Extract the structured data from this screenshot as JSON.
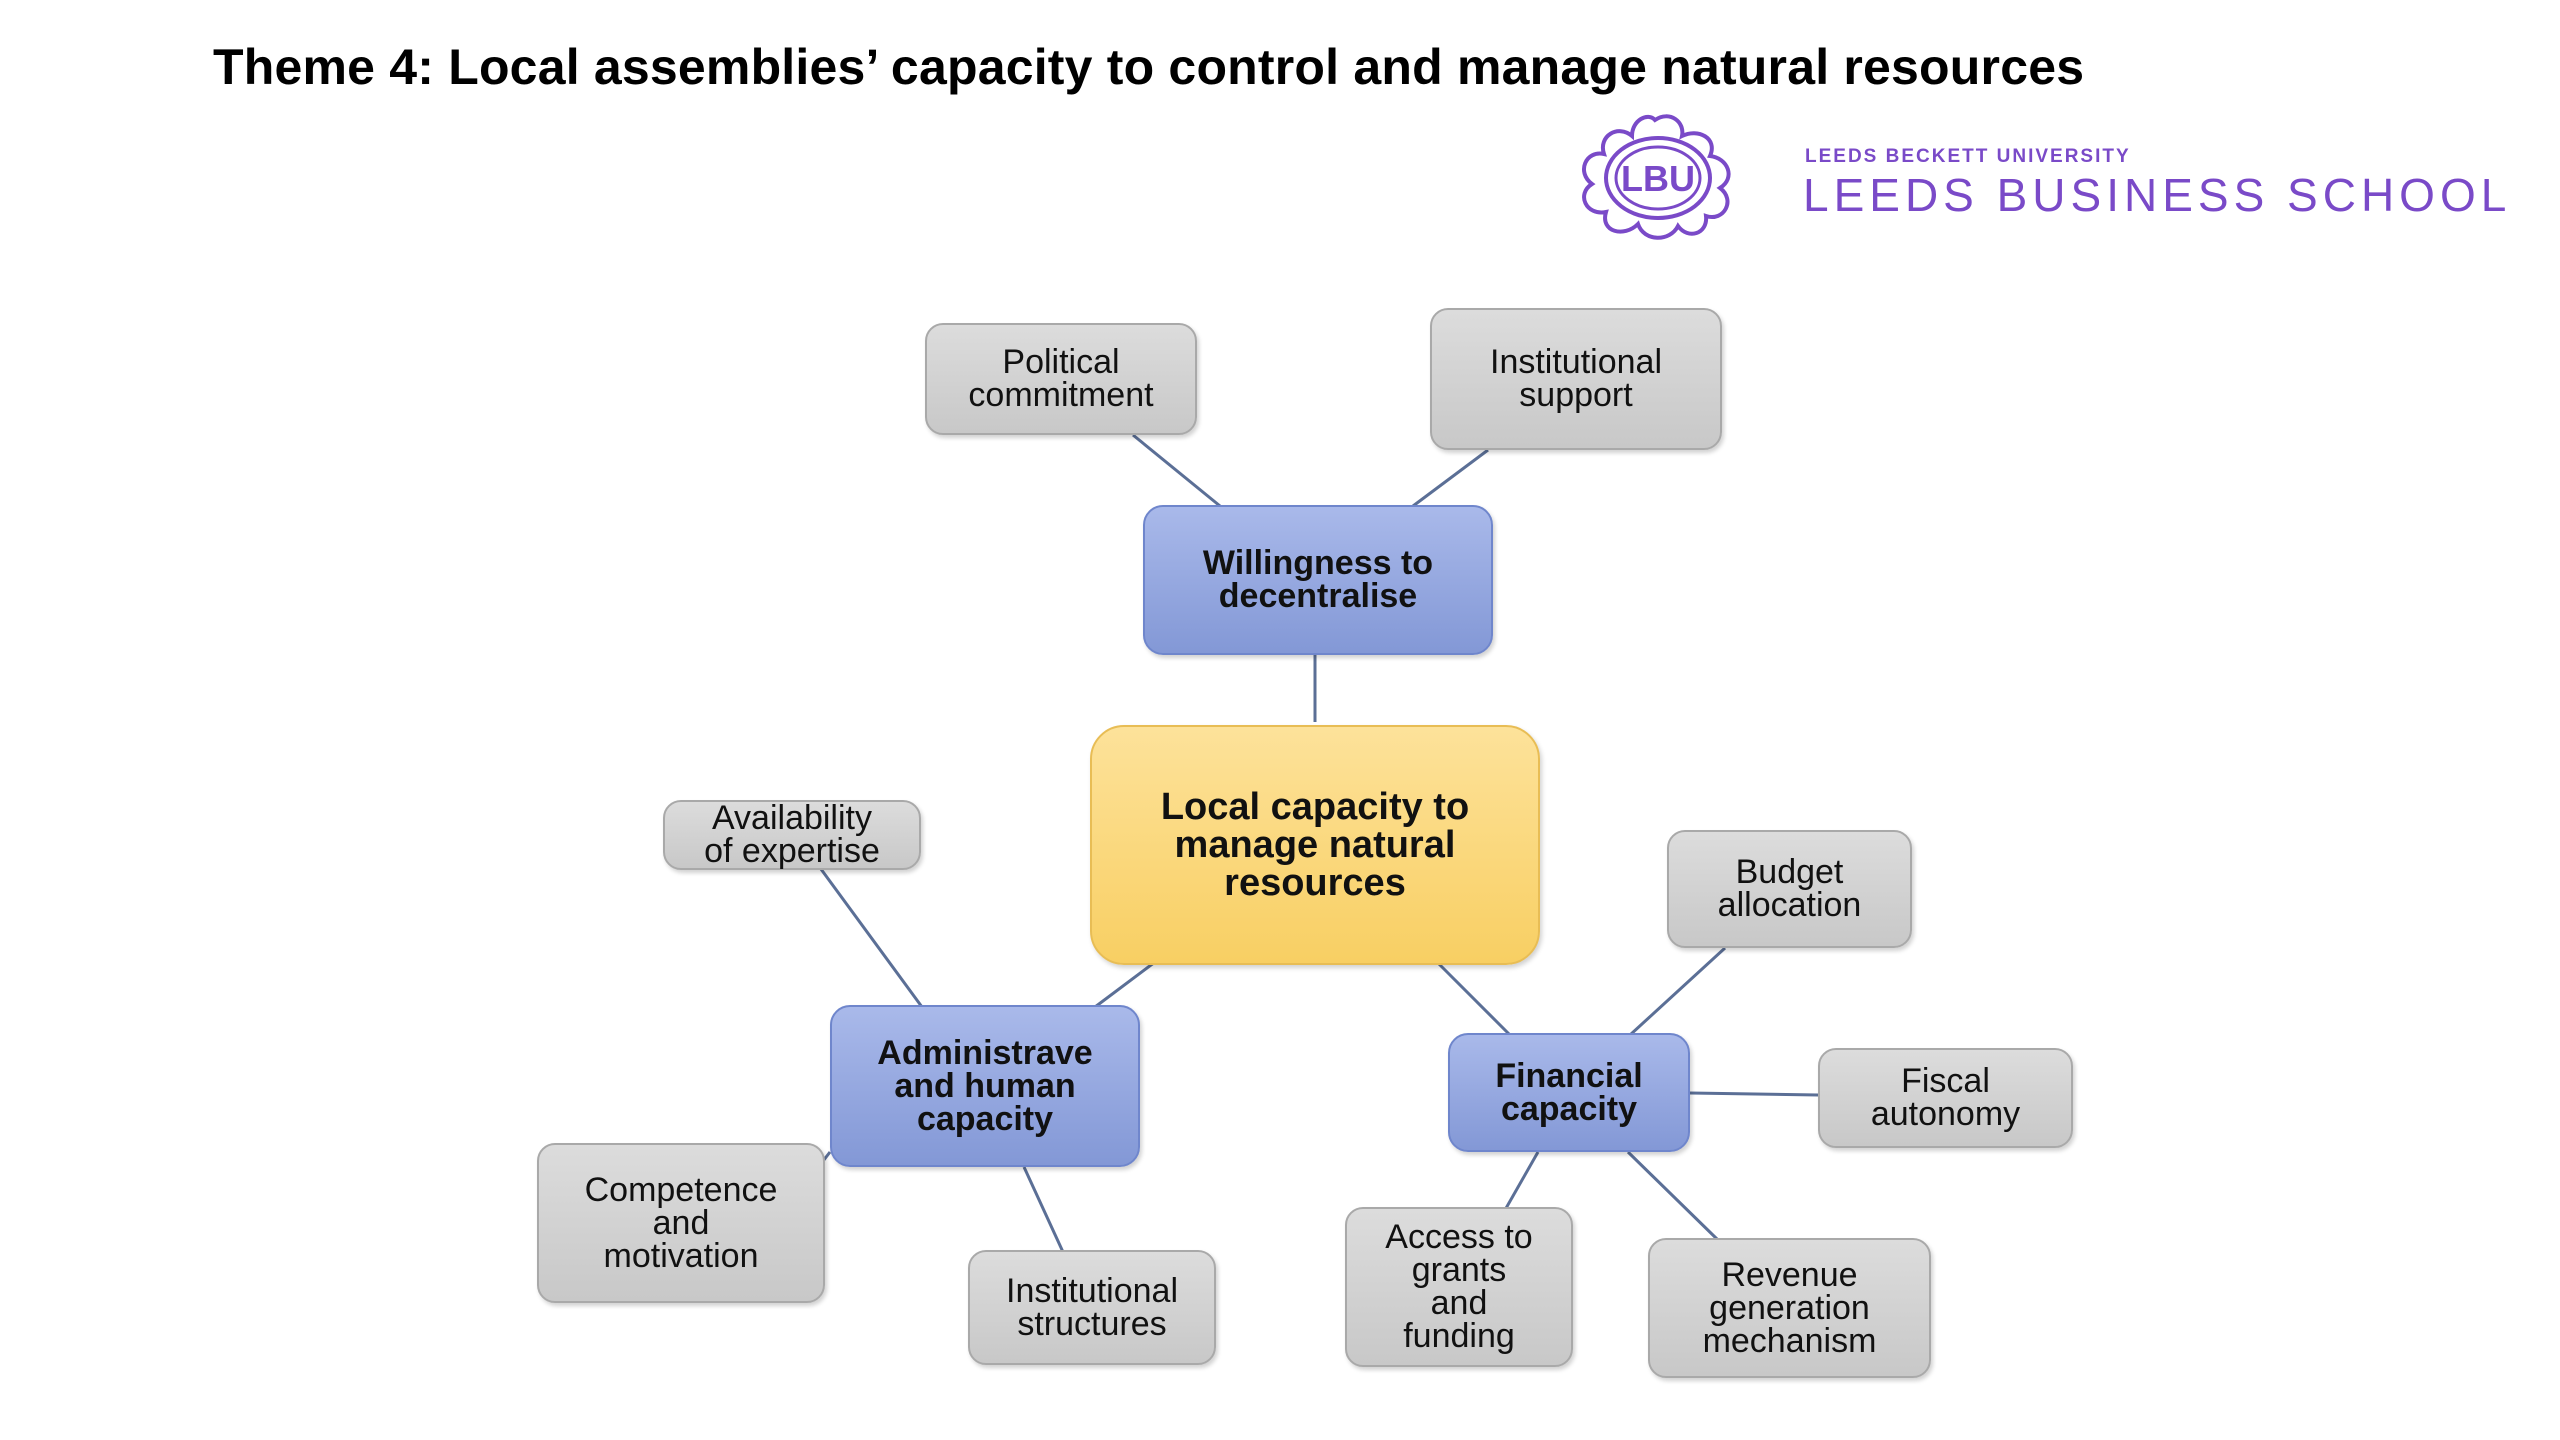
{
  "slide": {
    "title": "Theme 4: Local assemblies’ capacity to control and manage natural resources"
  },
  "logo": {
    "emblem_text": "LBU",
    "university": "LEEDS BECKETT UNIVERSITY",
    "school": "LEEDS BUSINESS SCHOOL",
    "color": "#7a4ac8"
  },
  "diagram": {
    "center": "Local capacity to\nmanage natural\nresources",
    "branches": {
      "willingness": {
        "label": "Willingness to\ndecentralise",
        "children": [
          "Political\ncommitment",
          "Institutional\nsupport"
        ]
      },
      "administrative": {
        "label": "Administrave\nand human\ncapacity",
        "children": [
          "Availability\nof expertise",
          "Competence\nand\nmotivation",
          "Institutional\nstructures"
        ]
      },
      "financial": {
        "label": "Financial\ncapacity",
        "children": [
          "Budget\nallocation",
          "Fiscal\nautonomy",
          "Access to\ngrants\nand\nfunding",
          "Revenue\ngeneration\nmechanism"
        ]
      }
    },
    "colors": {
      "center_fill": "#f9d46e",
      "branch_fill": "#95a8df",
      "leaf_fill": "#d0d0d0",
      "connector": "#5b6f96"
    }
  }
}
